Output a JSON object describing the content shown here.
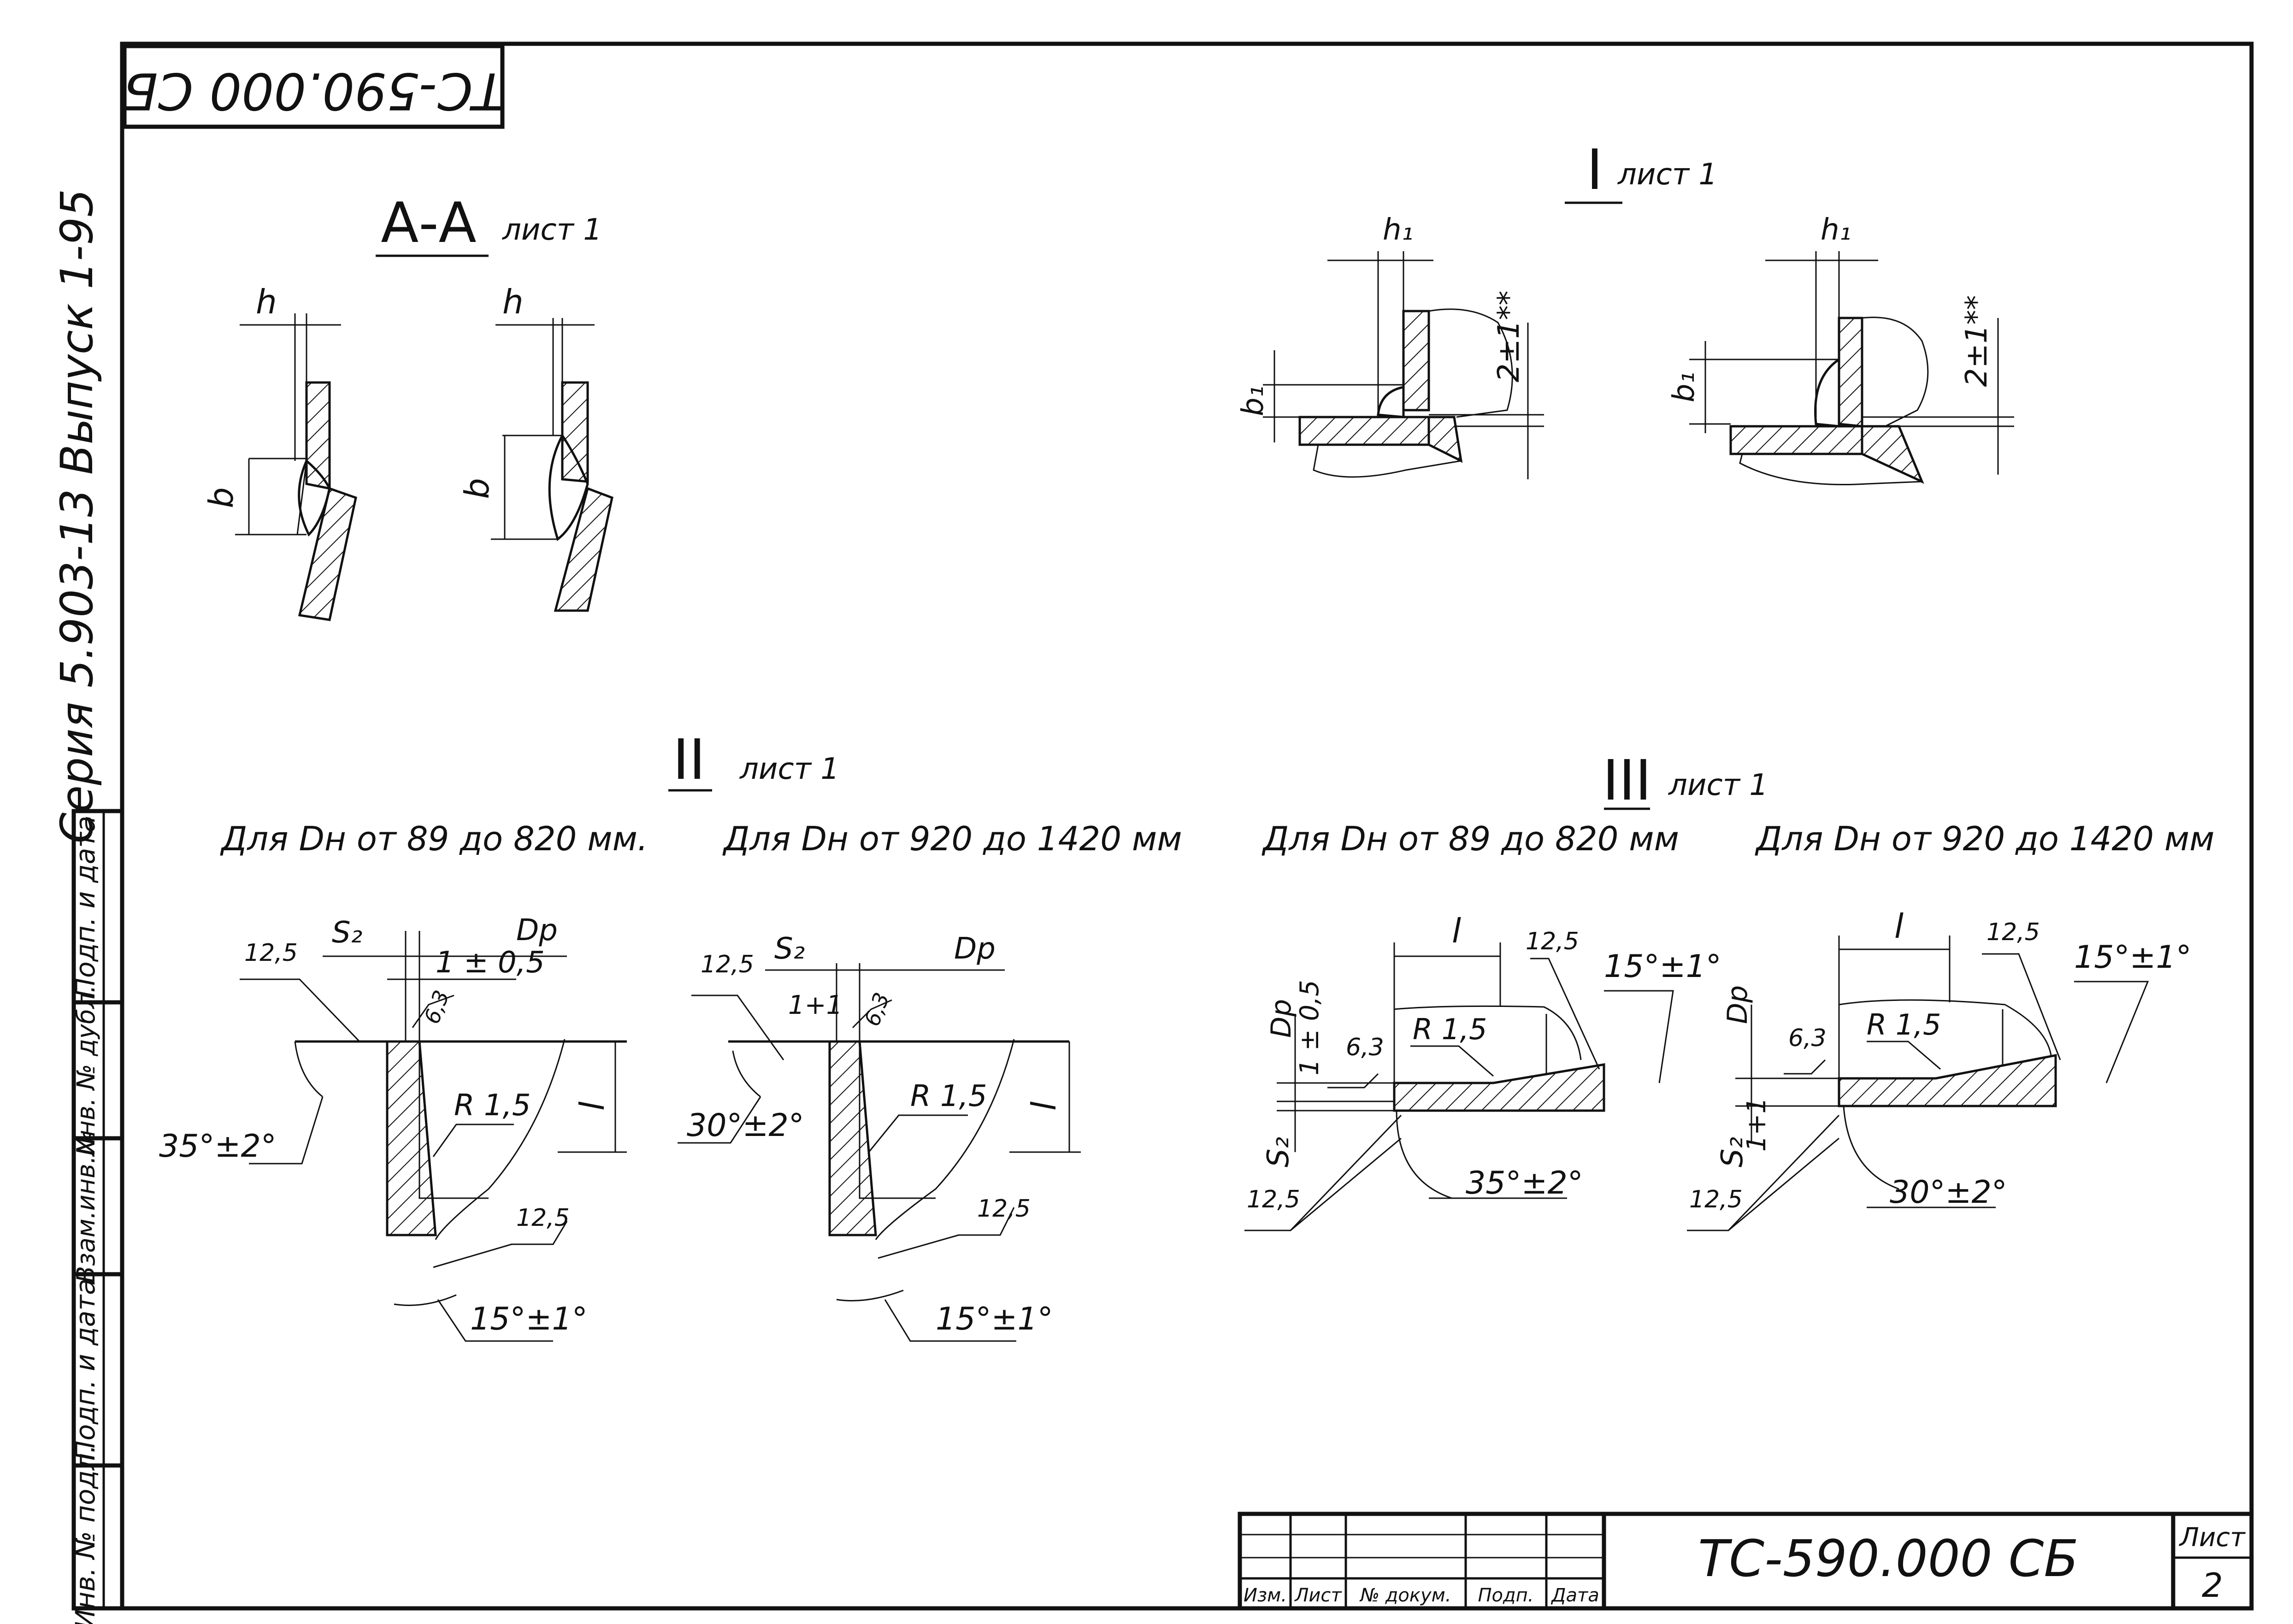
{
  "title_block": {
    "doc_code": "ТС-590.000 СБ",
    "doc_code_stamp": "ТС-590.000 СБ",
    "sheet_label": "Лист",
    "sheet_number": "2",
    "cols": [
      "Изм.",
      "Лист",
      "№ докум.",
      "Подп.",
      "Дата"
    ]
  },
  "series_text": "Серия 5.903-13 Выпуск 1-95",
  "side_stamps": [
    "Инв. № подл.",
    "Подп. и дата",
    "Взам.инв.№",
    "Инв. № дубл.",
    "Подп. и дата"
  ],
  "views": {
    "aa": {
      "label": "А-А",
      "ref": "лист 1",
      "dims": [
        "h",
        "b",
        "h",
        "b"
      ]
    },
    "i": {
      "label": "I",
      "ref": "лист 1",
      "dims": [
        "h₁",
        "b₁",
        "2±1**",
        "h₁",
        "b₁",
        "2±1**"
      ]
    },
    "ii": {
      "label": "II",
      "ref": "лист 1",
      "left": {
        "caption": "Для Dн от 89 до 820 мм.",
        "s2": "S₂",
        "dp": "Dр",
        "gap": "1 ± 0,5",
        "r1": "12,5",
        "r2": "6,3",
        "r3": "12,5",
        "radius": "R 1,5",
        "l": "l",
        "ang1": "35°±2°",
        "ang2": "15°±1°"
      },
      "right": {
        "caption": "Для Dн от 920 до 1420 мм",
        "s2": "S₂",
        "dp": "Dр",
        "gap": "1+1",
        "r1": "12,5",
        "r2": "6,3",
        "r3": "12,5",
        "radius": "R 1,5",
        "l": "l",
        "ang1": "30°±2°",
        "ang2": "15°±1°"
      }
    },
    "iii": {
      "label": "III",
      "ref": "лист 1",
      "left": {
        "caption": "Для Dн от 89 до 820 мм",
        "l": "l",
        "r1": "12,5",
        "ang2": "15°±1°",
        "dp": "Dр",
        "gap": "1 ± 0,5",
        "r2": "6,3",
        "radius": "R 1,5",
        "s2": "S₂",
        "r3": "12,5",
        "ang1": "35°±2°"
      },
      "right": {
        "caption": "Для Dн от 920 до 1420 мм",
        "l": "l",
        "r1": "12,5",
        "ang2": "15°±1°",
        "dp": "Dр",
        "gap": "1+1",
        "r2": "6,3",
        "radius": "R 1,5",
        "s2": "S₂",
        "r3": "12,5",
        "ang1": "30°±2°"
      }
    }
  }
}
